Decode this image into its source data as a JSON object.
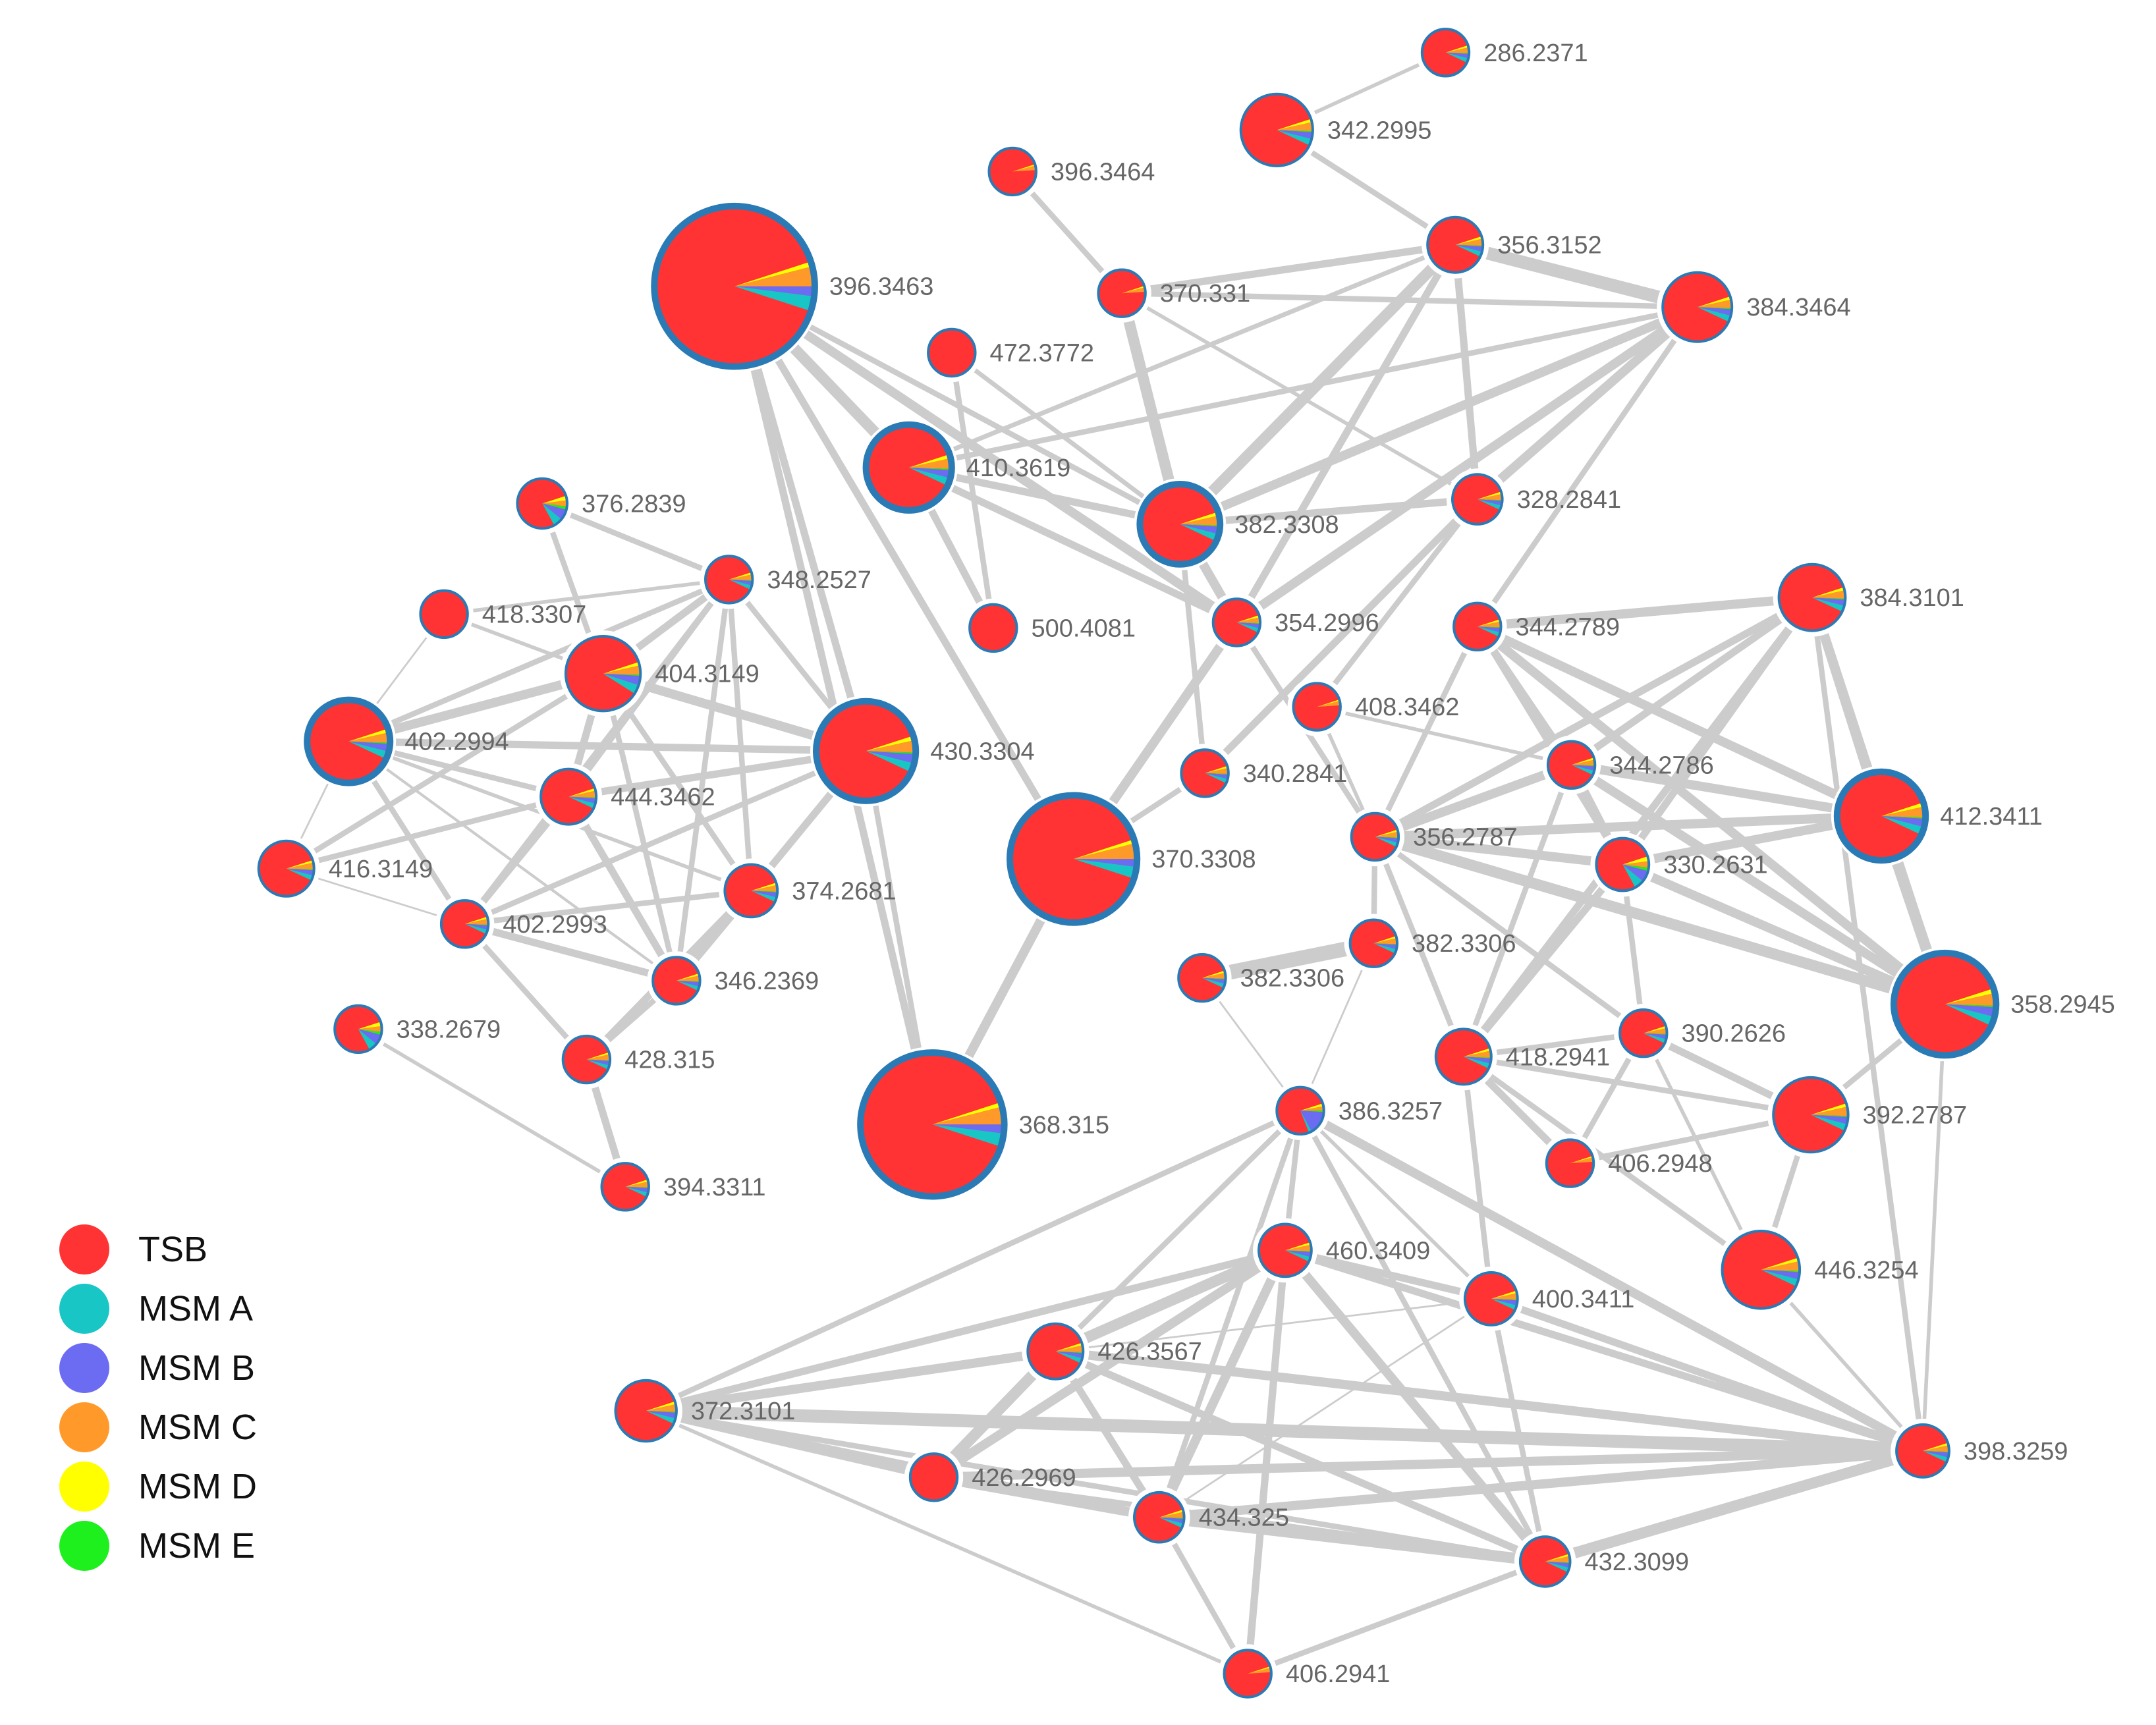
{
  "legend": {
    "items": [
      {
        "key": "tsb",
        "label": "TSB",
        "color": "#ff3333"
      },
      {
        "key": "msma",
        "label": "MSM A",
        "color": "#19c6c6"
      },
      {
        "key": "msmb",
        "label": "MSM B",
        "color": "#6c6cf2"
      },
      {
        "key": "msmc",
        "label": "MSM C",
        "color": "#ff9a2a"
      },
      {
        "key": "msmd",
        "label": "MSM D",
        "color": "#ffff00"
      },
      {
        "key": "msme",
        "label": "MSM E",
        "color": "#1ef01e"
      }
    ]
  },
  "colors": {
    "edge": "#cccccc",
    "node_border": "#2a7ab5",
    "label": "#666666"
  },
  "nodes": [
    {
      "id": "286.2371",
      "label": "286.2371"
    },
    {
      "id": "342.2995",
      "label": "342.2995"
    },
    {
      "id": "396.3464",
      "label": "396.3464"
    },
    {
      "id": "356.3152",
      "label": "356.3152"
    },
    {
      "id": "384.3464",
      "label": "384.3464"
    },
    {
      "id": "370.331",
      "label": "370.331"
    },
    {
      "id": "396.3463",
      "label": "396.3463"
    },
    {
      "id": "472.3772",
      "label": "472.3772"
    },
    {
      "id": "410.3619",
      "label": "410.3619"
    },
    {
      "id": "382.3308",
      "label": "382.3308"
    },
    {
      "id": "328.2841",
      "label": "328.2841"
    },
    {
      "id": "376.2839",
      "label": "376.2839"
    },
    {
      "id": "348.2527",
      "label": "348.2527"
    },
    {
      "id": "418.3307",
      "label": "418.3307"
    },
    {
      "id": "404.3149",
      "label": "404.3149"
    },
    {
      "id": "500.4081",
      "label": "500.4081"
    },
    {
      "id": "354.2996",
      "label": "354.2996"
    },
    {
      "id": "344.2789",
      "label": "344.2789"
    },
    {
      "id": "384.3101",
      "label": "384.3101"
    },
    {
      "id": "402.2994",
      "label": "402.2994"
    },
    {
      "id": "430.3304",
      "label": "430.3304"
    },
    {
      "id": "408.3462",
      "label": "408.3462"
    },
    {
      "id": "444.3462",
      "label": "444.3462"
    },
    {
      "id": "340.2841",
      "label": "340.2841"
    },
    {
      "id": "344.2786",
      "label": "344.2786"
    },
    {
      "id": "412.3411",
      "label": "412.3411"
    },
    {
      "id": "416.3149",
      "label": "416.3149"
    },
    {
      "id": "370.3308",
      "label": "370.3308"
    },
    {
      "id": "356.2787",
      "label": "356.2787"
    },
    {
      "id": "330.2631",
      "label": "330.2631"
    },
    {
      "id": "374.2681",
      "label": "374.2681"
    },
    {
      "id": "402.2993",
      "label": "402.2993"
    },
    {
      "id": "382.3306a",
      "label": "382.3306"
    },
    {
      "id": "382.3306b",
      "label": "382.3306"
    },
    {
      "id": "346.2369",
      "label": "346.2369"
    },
    {
      "id": "358.2945",
      "label": "358.2945"
    },
    {
      "id": "338.2679",
      "label": "338.2679"
    },
    {
      "id": "390.2626",
      "label": "390.2626"
    },
    {
      "id": "428.315",
      "label": "428.315"
    },
    {
      "id": "418.2941",
      "label": "418.2941"
    },
    {
      "id": "386.3257",
      "label": "386.3257"
    },
    {
      "id": "392.2787",
      "label": "392.2787"
    },
    {
      "id": "368.315",
      "label": "368.315"
    },
    {
      "id": "406.2948",
      "label": "406.2948"
    },
    {
      "id": "394.3311",
      "label": "394.3311"
    },
    {
      "id": "460.3409",
      "label": "460.3409"
    },
    {
      "id": "446.3254",
      "label": "446.3254"
    },
    {
      "id": "400.3411",
      "label": "400.3411"
    },
    {
      "id": "426.3567",
      "label": "426.3567"
    },
    {
      "id": "372.3101",
      "label": "372.3101"
    },
    {
      "id": "398.3259",
      "label": "398.3259"
    },
    {
      "id": "426.2969",
      "label": "426.2969"
    },
    {
      "id": "434.325",
      "label": "434.325"
    },
    {
      "id": "432.3099",
      "label": "432.3099"
    },
    {
      "id": "406.2941",
      "label": "406.2941"
    }
  ]
}
